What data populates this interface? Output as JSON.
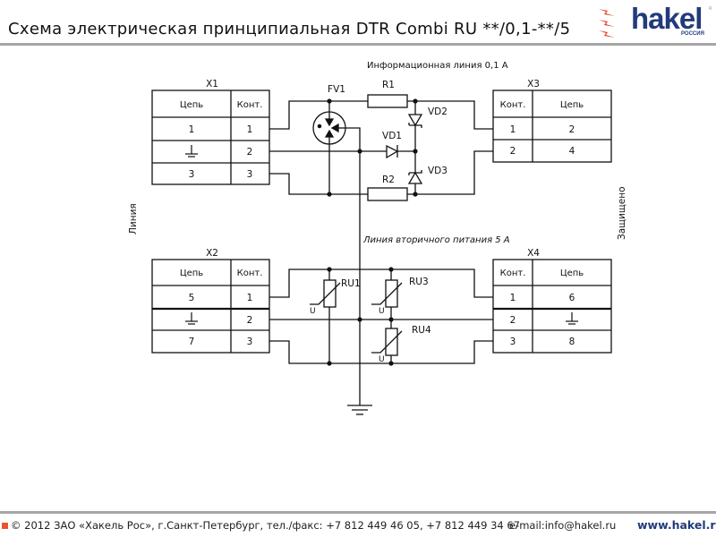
{
  "header": {
    "title": "Схема электрическая принципиальная DTR Combi RU **/0,1-**/5",
    "logo": {
      "word": "hakel",
      "sub": "РОССИЯ",
      "reg": "R",
      "icon": "lightning-bolts-icon"
    }
  },
  "schema": {
    "side_labels": {
      "left": "Линия",
      "right": "Защищено"
    },
    "line_labels": {
      "info": "Информационная линия 0,1 А",
      "power": "Линия вторичного питания 5 А"
    },
    "components": {
      "fv1": "FV1",
      "r1": "R1",
      "r2": "R2",
      "vd1": "VD1",
      "vd2": "VD2",
      "vd3": "VD3",
      "ru1": "RU1",
      "ru3": "RU3",
      "ru4": "RU4",
      "varistor_mark": "U"
    },
    "connectors": {
      "x1": {
        "name": "X1",
        "headers": [
          "Цепь",
          "Конт."
        ],
        "rows": [
          [
            "1",
            "1"
          ],
          [
            "⏚",
            "2"
          ],
          [
            "3",
            "3"
          ]
        ]
      },
      "x2": {
        "name": "X2",
        "headers": [
          "Цепь",
          "Конт."
        ],
        "rows": [
          [
            "5",
            "1"
          ],
          [
            "⏚",
            "2"
          ],
          [
            "7",
            "3"
          ]
        ]
      },
      "x3": {
        "name": "X3",
        "headers": [
          "Конт.",
          "Цепь"
        ],
        "rows": [
          [
            "1",
            "2"
          ],
          [
            "2",
            "4"
          ]
        ]
      },
      "x4": {
        "name": "X4",
        "headers": [
          "Конт.",
          "Цепь"
        ],
        "rows": [
          [
            "1",
            "6"
          ],
          [
            "2",
            "⏚"
          ],
          [
            "3",
            "8"
          ]
        ]
      }
    }
  },
  "footer": {
    "copyright": "© 2012 ЗАО «Хакель Рос», г.Санкт-Петербург, тел./факс: +7 812 449 46 05, +7 812 449 34 67",
    "email": "e-mail:info@hakel.ru",
    "website": "www.hakel.ru"
  }
}
